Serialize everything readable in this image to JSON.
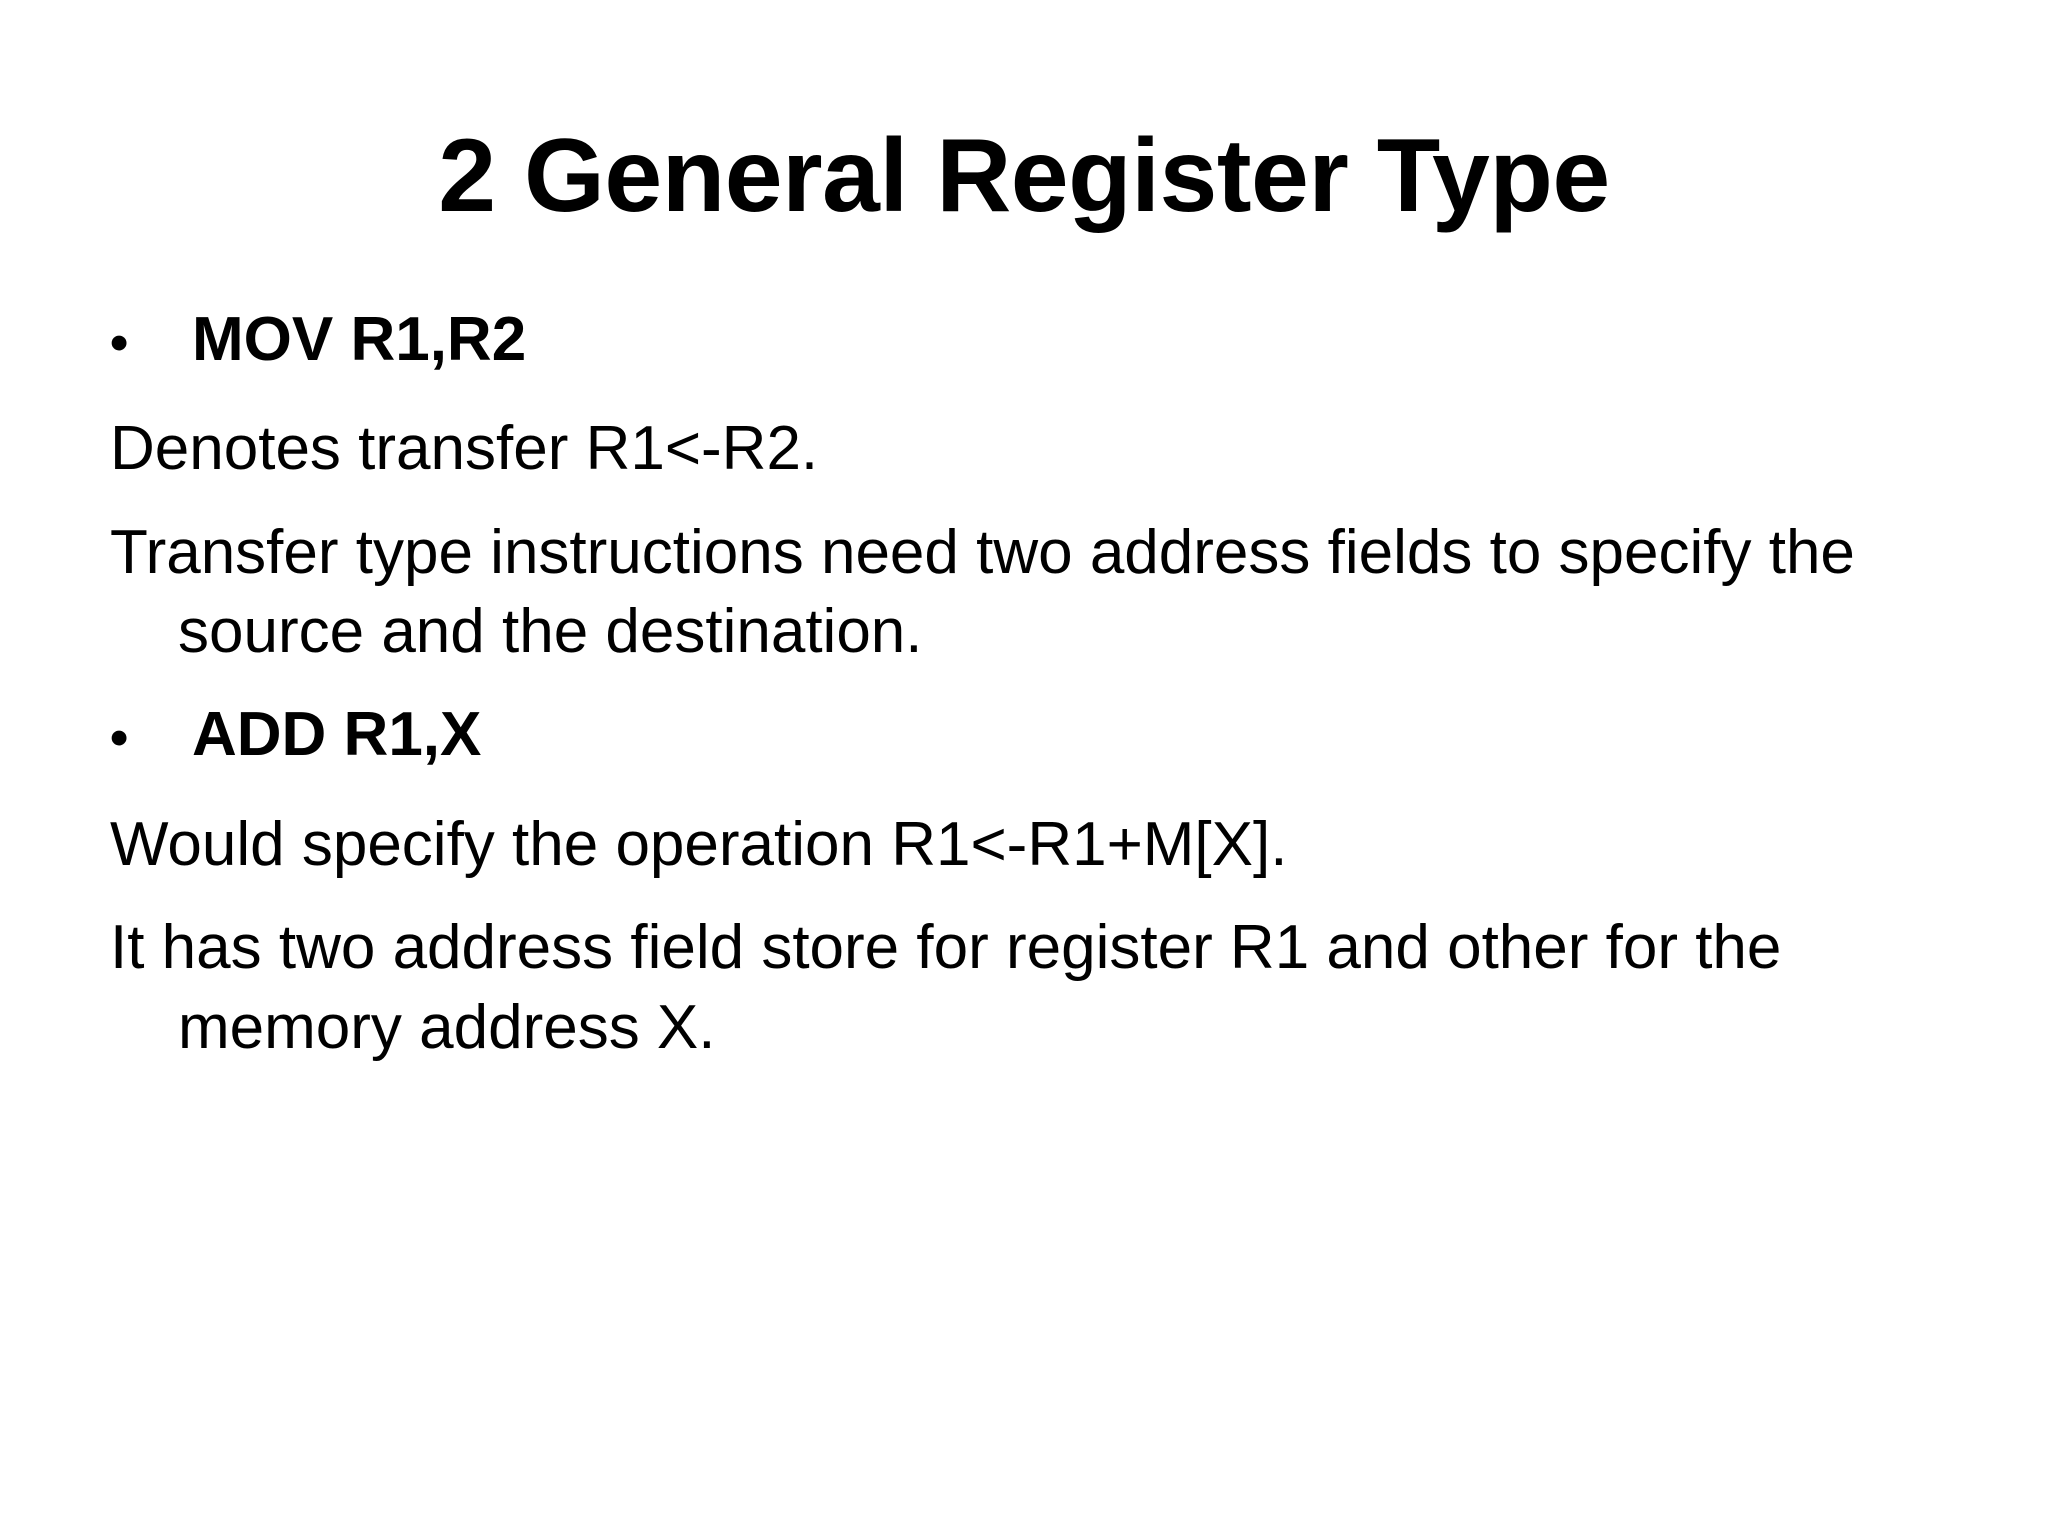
{
  "slide": {
    "title": "2 General Register Type",
    "background_color": "#ffffff",
    "text_color": "#000000",
    "bullet_glyph": "•",
    "blocks": [
      {
        "kind": "bullet",
        "name": "bullet-mov",
        "text": "MOV R1,R2"
      },
      {
        "kind": "plain",
        "name": "paragraph-denotes-transfer",
        "text": "Denotes transfer R1<-R2."
      },
      {
        "kind": "plain",
        "name": "paragraph-transfer-type",
        "text": "Transfer type instructions need two address fields to specify the source and the destination."
      },
      {
        "kind": "bullet",
        "name": "bullet-add",
        "text": "ADD R1,X"
      },
      {
        "kind": "plain",
        "name": "paragraph-would-specify",
        "text": "Would specify the operation R1<-R1+M[X]."
      },
      {
        "kind": "plain",
        "name": "paragraph-two-address-field",
        "text": "It has two address field store for register R1 and other for the memory address X."
      }
    ]
  }
}
